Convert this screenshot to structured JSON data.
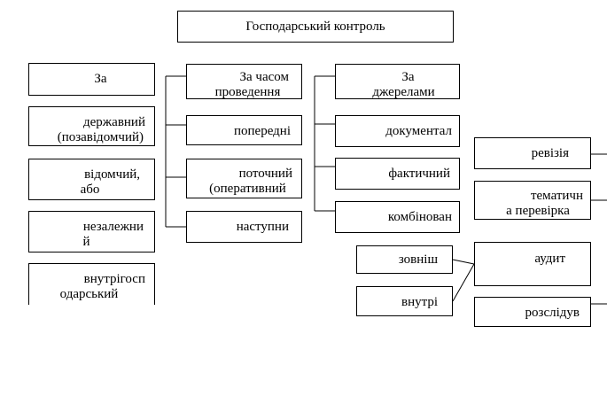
{
  "title": "Господарський контроль",
  "col1": {
    "header": "За",
    "items": [
      {
        "l1": "державний",
        "l2": "(позавідомчий)"
      },
      {
        "l1": "відомчий,",
        "l2": "або"
      },
      {
        "l1": "незалежни",
        "l2": "й"
      },
      {
        "l1": "внутрігосп",
        "l2": "одарський"
      }
    ]
  },
  "col2": {
    "header": {
      "l1": "За часом",
      "l2": "проведення"
    },
    "items": [
      {
        "l1": "попередні"
      },
      {
        "l1": "поточний",
        "l2": "(оперативний"
      },
      {
        "l1": "наступни"
      }
    ]
  },
  "col3": {
    "header": {
      "l1": "За",
      "l2": "джерелами"
    },
    "items": [
      {
        "l1": "документал"
      },
      {
        "l1": "фактичний"
      },
      {
        "l1": "комбінован"
      }
    ]
  },
  "col4": {
    "items": [
      {
        "l1": "ревізія"
      },
      {
        "l1": "тематичн",
        "l2": "а перевірка"
      }
    ]
  },
  "bottom": {
    "left": [
      {
        "l1": "зовніш"
      },
      {
        "l1": "внутрі"
      }
    ],
    "right": [
      {
        "l1": "аудит"
      },
      {
        "l1": "розслідув"
      }
    ]
  }
}
